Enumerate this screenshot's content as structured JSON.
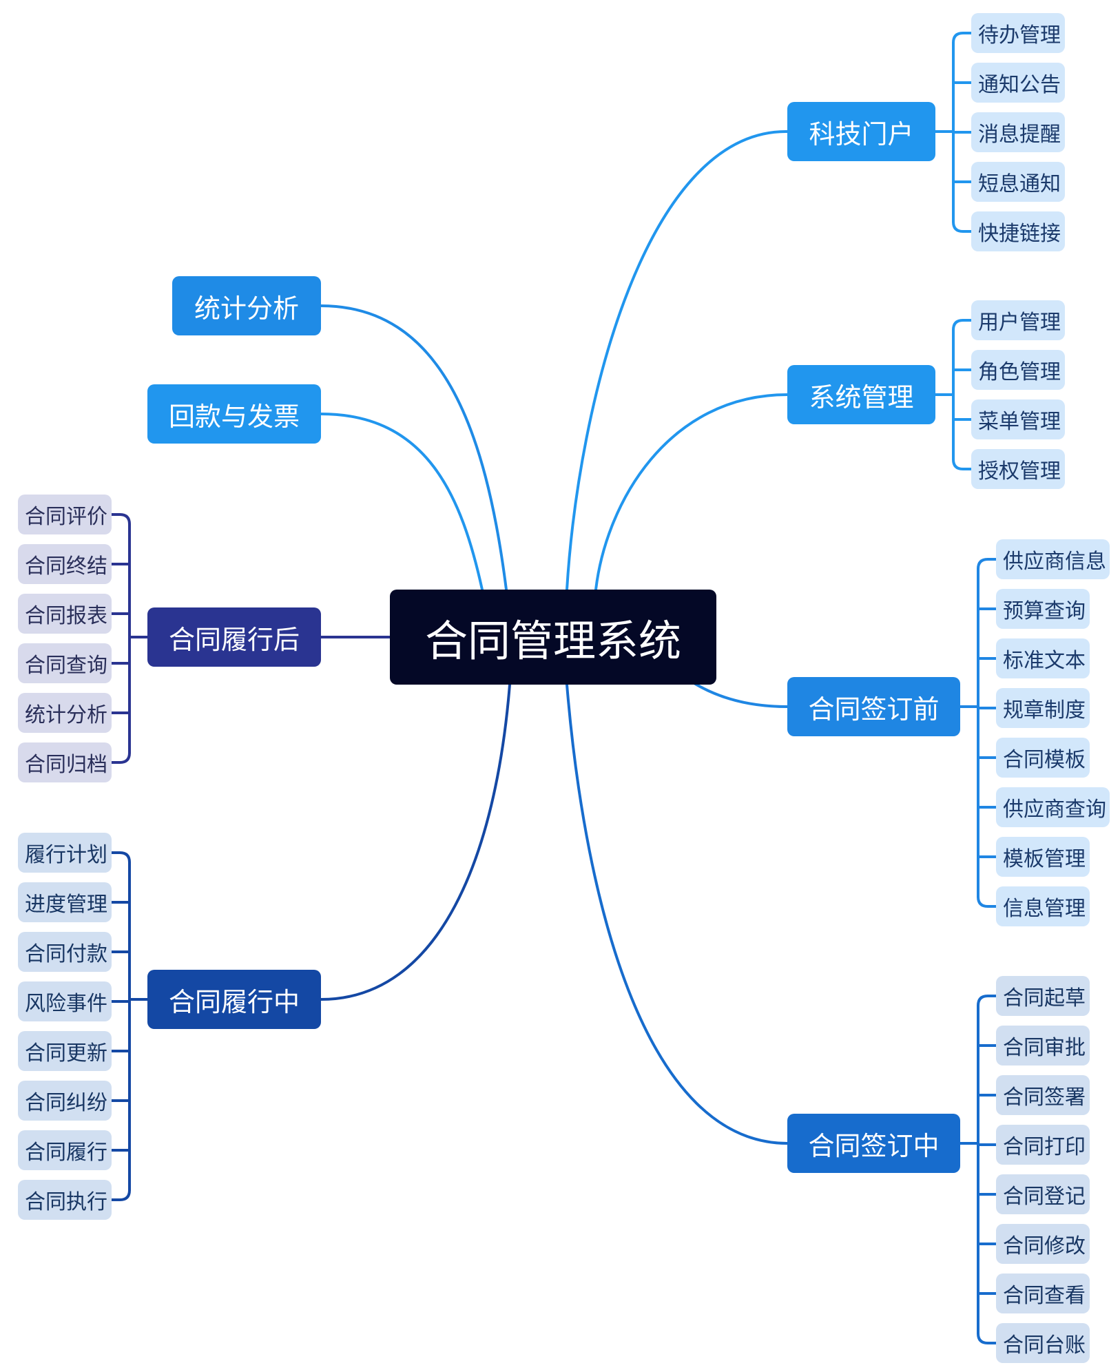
{
  "root": "合同管理系统",
  "branches": [
    {
      "label": "科技门户",
      "color": "#2196ee",
      "side": "right",
      "children": [
        "待办管理",
        "通知公告",
        "消息提醒",
        "短息通知",
        "快捷链接"
      ]
    },
    {
      "label": "系统管理",
      "color": "#2196ee",
      "side": "right",
      "children": [
        "用户管理",
        "角色管理",
        "菜单管理",
        "授权管理"
      ]
    },
    {
      "label": "合同签订前",
      "color": "#1f86e3",
      "side": "right",
      "children": [
        "供应商信息",
        "预算查询",
        "标准文本",
        "规章制度",
        "合同模板",
        "供应商查询",
        "模板管理",
        "信息管理"
      ]
    },
    {
      "label": "合同签订中",
      "color": "#176ccd",
      "side": "right",
      "children": [
        "合同起草",
        "合同审批",
        "合同签署",
        "合同打印",
        "合同登记",
        "合同修改",
        "合同查看",
        "合同台账"
      ]
    },
    {
      "label": "统计分析",
      "color": "#1f8be6",
      "side": "left",
      "children": []
    },
    {
      "label": "回款与发票",
      "color": "#2196ee",
      "side": "left",
      "children": []
    },
    {
      "label": "合同履行后",
      "color": "#2a3491",
      "side": "left",
      "children": [
        "合同评价",
        "合同终结",
        "合同报表",
        "合同查询",
        "统计分析",
        "合同归档"
      ]
    },
    {
      "label": "合同履行中",
      "color": "#1448a4",
      "side": "left",
      "children": [
        "履行计划",
        "进度管理",
        "合同付款",
        "风险事件",
        "合同更新",
        "合同纠纷",
        "合同履行",
        "合同执行"
      ]
    }
  ],
  "colors": {
    "root_bg": "#040826",
    "leaf_light_bg": "#d2e7fb",
    "leaf_light_text": "#1b3a6b",
    "leaf_lavender_bg": "#d8daec",
    "leaf_lavender_text": "#2a2f5a",
    "leaf_blue_bg": "#d1dff1",
    "leaf_blue_text": "#183663"
  }
}
